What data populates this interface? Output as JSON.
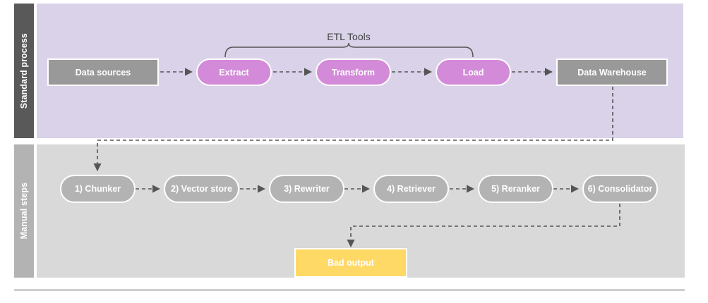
{
  "diagram": {
    "title_note": "ETL standard process and manual RAG steps flow",
    "lanes": [
      {
        "id": "standard",
        "label": "Standard process",
        "background": "#d9d2e9",
        "band_color": "#595959"
      },
      {
        "id": "manual",
        "label": "Manual steps",
        "background": "#d9d9d9",
        "band_color": "#b3b3b3"
      }
    ],
    "annotations": [
      {
        "id": "etl-tools",
        "label": "ETL Tools",
        "type": "brace-label"
      }
    ],
    "standard_nodes": [
      {
        "id": "data-sources",
        "label": "Data sources",
        "shape": "rect",
        "color": "#999999"
      },
      {
        "id": "extract",
        "label": "Extract",
        "shape": "pill",
        "color": "#d38ad8"
      },
      {
        "id": "transform",
        "label": "Transform",
        "shape": "pill",
        "color": "#d38ad8"
      },
      {
        "id": "load",
        "label": "Load",
        "shape": "pill",
        "color": "#d38ad8"
      },
      {
        "id": "data-warehouse",
        "label": "Data Warehouse",
        "shape": "rect",
        "color": "#999999"
      }
    ],
    "manual_nodes": [
      {
        "id": "chunker",
        "label": "1) Chunker",
        "shape": "pill",
        "color": "#b3b3b3"
      },
      {
        "id": "vector-store",
        "label": "2) Vector store",
        "shape": "pill",
        "color": "#b3b3b3"
      },
      {
        "id": "rewriter",
        "label": "3) Rewriter",
        "shape": "pill",
        "color": "#b3b3b3"
      },
      {
        "id": "retriever",
        "label": "4) Retriever",
        "shape": "pill",
        "color": "#b3b3b3"
      },
      {
        "id": "reranker",
        "label": "5) Reranker",
        "shape": "pill",
        "color": "#b3b3b3"
      },
      {
        "id": "consolidator",
        "label": "6) Consolidator",
        "shape": "pill",
        "color": "#b3b3b3"
      }
    ],
    "output_node": {
      "id": "bad-output",
      "label": "Bad output",
      "shape": "rect",
      "color": "#ffd966"
    },
    "connector_style": {
      "stroke": "#555555",
      "dash": "5,4",
      "width": 1.6
    }
  }
}
